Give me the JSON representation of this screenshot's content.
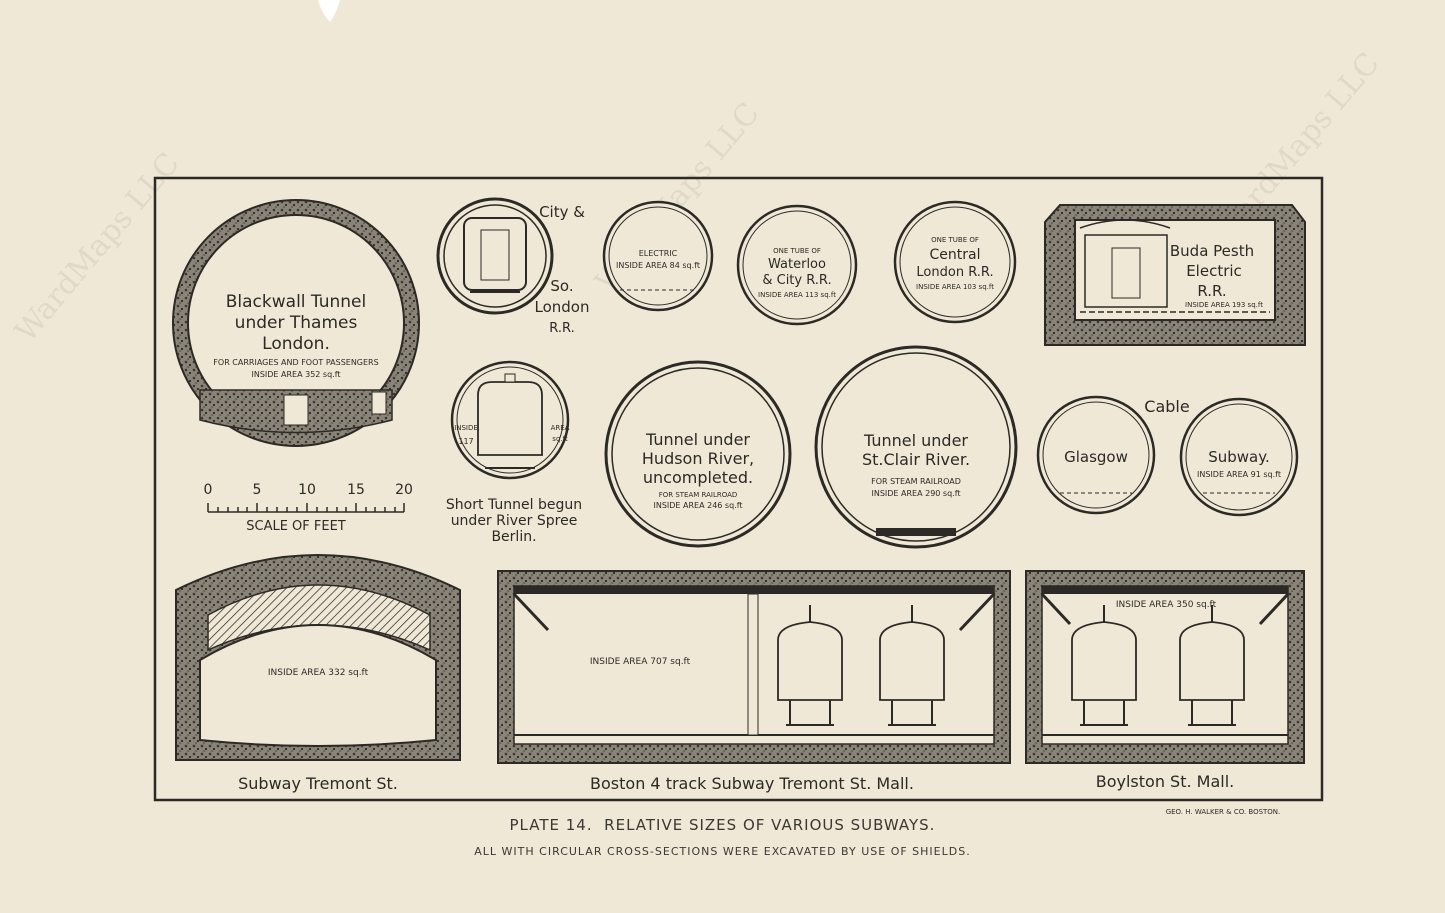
{
  "plate": {
    "number_label": "PLATE 14.",
    "title": "RELATIVE SIZES OF VARIOUS SUBWAYS.",
    "subtitle": "ALL WITH CIRCULAR CROSS-SECTIONS WERE EXCAVATED BY USE OF SHIELDS.",
    "publisher": "GEO. H. WALKER & CO. BOSTON."
  },
  "watermark": "WardMaps LLC",
  "blackwall": {
    "line1": "Blackwall Tunnel",
    "line2": "under Thames",
    "line3": "London.",
    "note": "FOR CARRIAGES AND FOOT PASSENGERS",
    "area": "INSIDE AREA 352 sq.ft"
  },
  "city_london": {
    "line1": "City &",
    "line2": "So.",
    "line3": "London",
    "line4": "R.R."
  },
  "city_electric": {
    "line1": "ELECTRIC",
    "line2": "INSIDE AREA 84 sq.ft"
  },
  "waterloo": {
    "line1": "ONE TUBE OF",
    "line2": "Waterloo",
    "line3": "& City R.R.",
    "line4": "INSIDE AREA 113 sq.ft"
  },
  "central": {
    "line1": "ONE TUBE OF",
    "line2": "Central",
    "line3": "London R.R.",
    "line4": "INSIDE AREA 103 sq.ft"
  },
  "budapest": {
    "line1": "Buda Pesth",
    "line2": "Electric",
    "line3": "R.R.",
    "line4": "INSIDE AREA 193 sq.ft"
  },
  "spree": {
    "inside": "INSIDE",
    "num": "117",
    "area": "AREA",
    "sqft": "sq.ft",
    "line1": "Short Tunnel begun",
    "line2": "under River Spree",
    "line3": "Berlin."
  },
  "hudson": {
    "line1": "Tunnel under",
    "line2": "Hudson River,",
    "line3": "uncompleted.",
    "line4": "FOR STEAM RAILROAD",
    "line5": "INSIDE AREA 246 sq.ft"
  },
  "stclair": {
    "line1": "Tunnel under",
    "line2": "St.Clair River.",
    "line3": "FOR STEAM RAILROAD",
    "line4": "INSIDE AREA 290 sq.ft"
  },
  "glasgow": {
    "cable": "Cable",
    "left": "Glasgow",
    "right": "Subway.",
    "area": "INSIDE AREA 91 sq.ft"
  },
  "scale": {
    "ticks": [
      "0",
      "5",
      "10",
      "15",
      "20"
    ],
    "label": "SCALE OF FEET"
  },
  "tremont": {
    "area": "INSIDE AREA 332 sq.ft",
    "label": "Subway Tremont St."
  },
  "boston4": {
    "area": "INSIDE AREA 707 sq.ft",
    "label": "Boston 4 track Subway Tremont St. Mall."
  },
  "boylston": {
    "area": "INSIDE AREA 350 sq.ft",
    "label": "Boylston St. Mall."
  }
}
